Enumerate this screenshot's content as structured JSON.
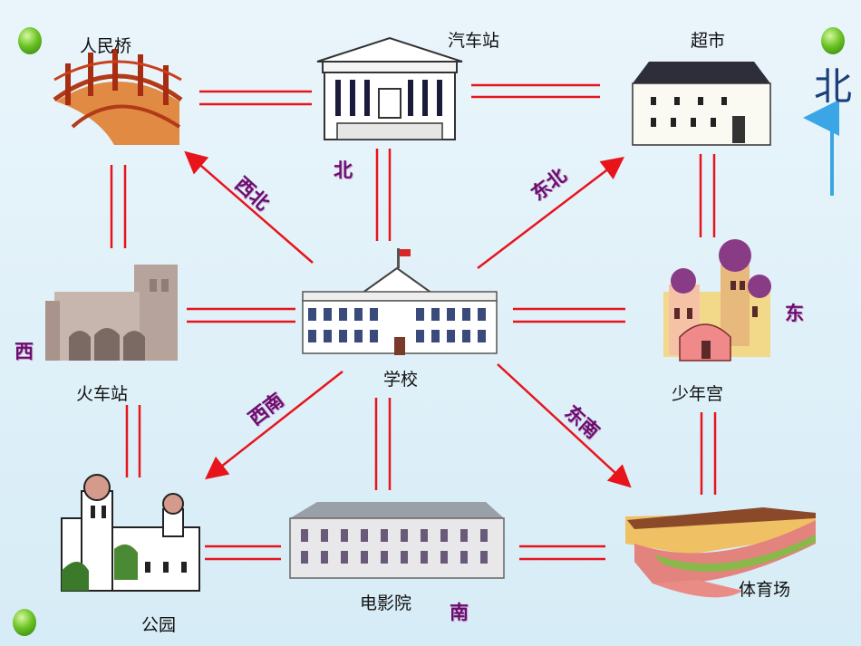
{
  "places": {
    "school": "学校",
    "bus_station": "汽车站",
    "people_bridge": "人民桥",
    "supermarket": "超市",
    "train_station": "火车站",
    "youth_palace": "少年宫",
    "park": "公园",
    "cinema": "电影院",
    "stadium": "体育场"
  },
  "directions": {
    "north": "北",
    "south": "南",
    "east": "东",
    "west": "西",
    "northeast": "东北",
    "northwest": "西北",
    "southeast": "东南",
    "southwest": "西南"
  },
  "compass_north": "北",
  "colors": {
    "arrow": "#e8141c",
    "road": "#e8141c",
    "direction_text": "#6a0d6e",
    "compass_arrow": "#3aa6e6"
  }
}
